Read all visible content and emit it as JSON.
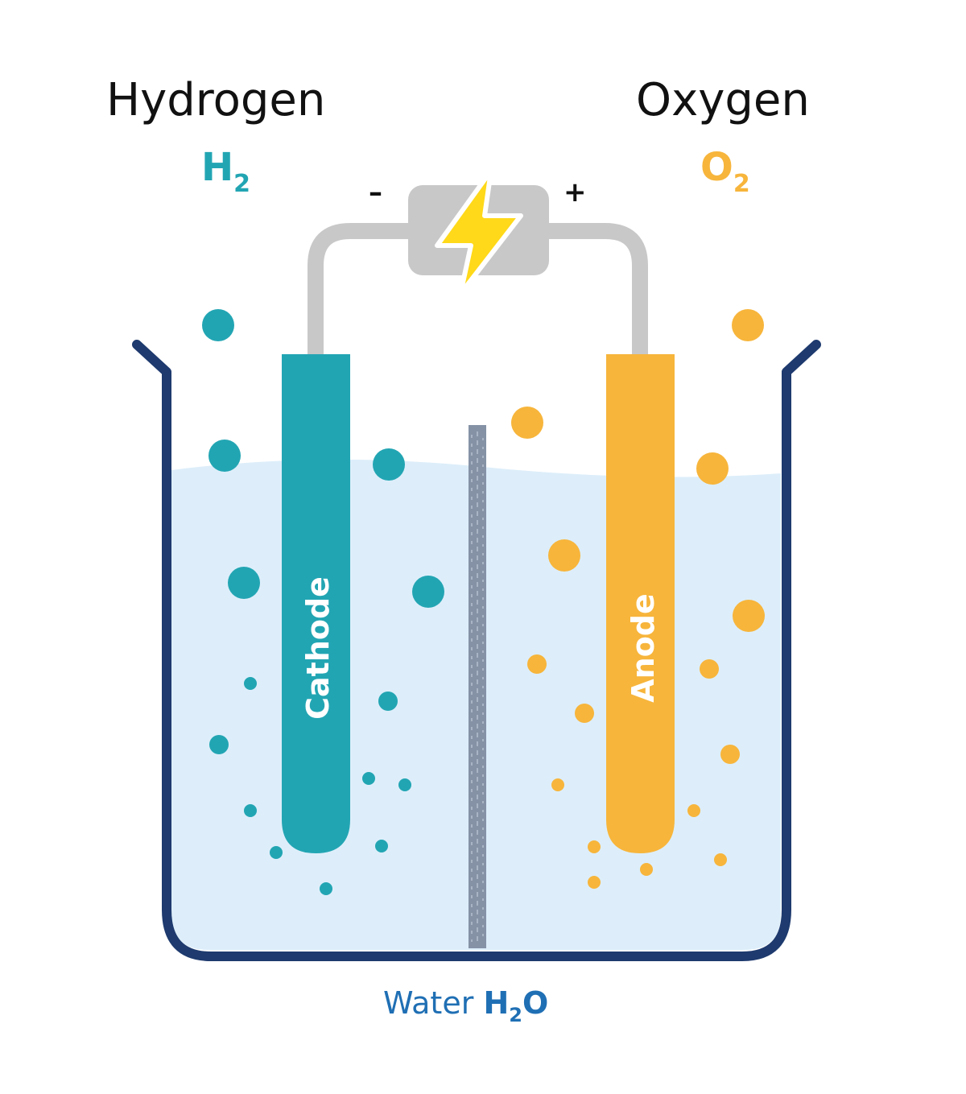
{
  "labels": {
    "hydrogen": "Hydrogen",
    "hydrogen_formula_main": "H",
    "hydrogen_formula_sub": "2",
    "oxygen": "Oxygen",
    "oxygen_formula_main": "O",
    "oxygen_formula_sub": "2",
    "negative_sign": "–",
    "positive_sign": "+",
    "cathode": "Cathode",
    "anode": "Anode",
    "water_word": "Water",
    "water_formula_h": "H",
    "water_formula_sub": "2",
    "water_formula_o": "O"
  },
  "colors": {
    "hydrogen": "#22a5b3",
    "oxygen": "#f7b53b",
    "beaker": "#1e3a6e",
    "water": "#ddeefa",
    "wire": "#c8c8c8",
    "bolt": "#ffd91a",
    "membrane": "#8592a6",
    "water_text": "#1f6fb4"
  },
  "icons": [
    "lightning-bolt-icon",
    "power-source-icon"
  ]
}
